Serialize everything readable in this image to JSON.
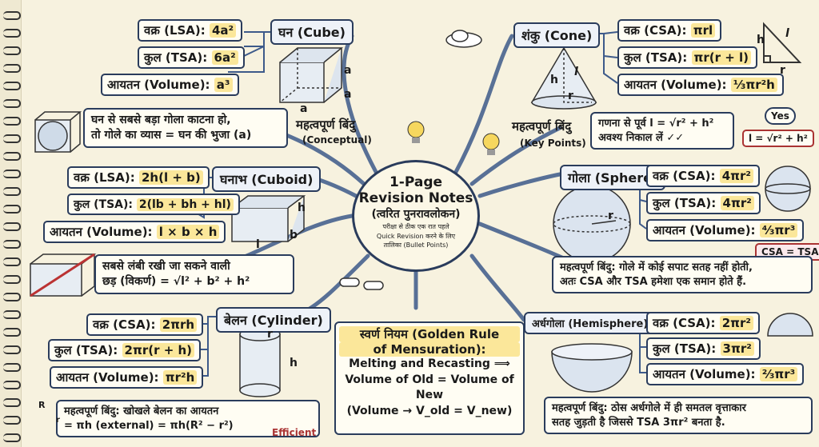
{
  "center": {
    "title_line1": "1-Page",
    "title_line2": "Revision Notes",
    "subtitle": "(त्वरित पुनरावलोकन)",
    "caption_line1": "परीक्षा से ठीक एक रात पहले",
    "caption_line2": "Quick Revision करने के लिए",
    "caption_line3": "तालिका (Bullet Points)"
  },
  "cube": {
    "title": "घन (Cube)",
    "lsa_label": "वक्र (LSA):",
    "lsa_value": "4a²",
    "tsa_label": "कुल (TSA):",
    "tsa_value": "6a²",
    "vol_label": "आयतन (Volume):",
    "vol_value": "a³",
    "dim_a1": "a",
    "dim_a2": "a",
    "dim_a3": "a",
    "key_title": "महत्वपूर्ण बिंदु",
    "key_sub": "(Conceptual)",
    "note_line1": "घन से सबसे बड़ा गोला काटना हो,",
    "note_line2": "तो गोले का व्यास = घन की भुजा (a)"
  },
  "cone": {
    "title": "शंकु (Cone)",
    "csa_label": "वक्र (CSA):",
    "csa_value": "πrl",
    "tsa_label": "कुल (TSA):",
    "tsa_value": "πr(r + l)",
    "vol_label": "आयतन (Volume):",
    "vol_value": "⅓πr²h",
    "dim_h": "h",
    "dim_l": "l",
    "dim_r": "r",
    "key_title": "महत्वपूर्ण बिंदु",
    "key_sub": "(Key Points)",
    "note_line1": "गणना से पूर्व l = √r² + h²",
    "note_line2": "अवश्य निकाल लें ✓✓",
    "yes": "Yes",
    "formula": "l = √r² + h²",
    "tri_h": "h",
    "tri_l": "l",
    "tri_r": "r"
  },
  "cuboid": {
    "title": "घनाभ (Cuboid)",
    "lsa_label": "वक्र (LSA):",
    "lsa_value": "2h(l + b)",
    "tsa_label": "कुल (TSA):",
    "tsa_value": "2(lb + bh + hl)",
    "vol_label": "आयतन (Volume):",
    "vol_value": "l × b × h",
    "dim_h": "h",
    "dim_l": "l",
    "dim_b": "b",
    "note_line1": "सबसे लंबी रखी जा सकने वाली",
    "note_line2": "छड़ (विकर्ण) = √l² + b² + h²"
  },
  "sphere": {
    "title": "गोला (Sphere)",
    "csa_label": "वक्र (CSA):",
    "csa_value": "4πr²",
    "tsa_label": "कुल (TSA):",
    "tsa_value": "4πr²",
    "vol_label": "आयतन (Volume):",
    "vol_value": "⁴⁄₃πr³",
    "dim_r": "r",
    "badge": "CSA = TSA",
    "note_line1": "महत्वपूर्ण बिंदु: गोले में कोई सपाट सतह नहीं होती,",
    "note_line2": "अतः CSA और TSA हमेशा एक समान होते हैं."
  },
  "cylinder": {
    "title": "बेलन (Cylinder)",
    "csa_label": "वक्र (CSA):",
    "csa_value": "2πrh",
    "tsa_label": "कुल (TSA):",
    "tsa_value": "2πr(r + h)",
    "vol_label": "आयतन (Volume):",
    "vol_value": "πr²h",
    "dim_r": "r",
    "dim_h": "h",
    "note_line1": "महत्वपूर्ण बिंदु: खोखले बेलन का आयतन",
    "note_line2": "= πh (external) = πh(R² − r²)",
    "small_R": "R",
    "small_r": "r",
    "efficient": "Efficient"
  },
  "hemisphere": {
    "title": "अर्धगोला (Hemisphere)",
    "csa_label": "वक्र (CSA):",
    "csa_value": "2πr²",
    "tsa_label": "कुल (TSA):",
    "tsa_value": "3πr²",
    "vol_label": "आयतन (Volume):",
    "vol_value": "⅔πr³",
    "note_line1": "महत्वपूर्ण बिंदु: ठोस अर्धगोले में ही समतल वृत्ताकार",
    "note_line2": "सतह जुड़ती है जिससे TSA 3πr² बनता है."
  },
  "golden": {
    "title_line1": "स्वर्ण नियम (Golden Rule",
    "title_line2": "of Mensuration):",
    "line1": "Melting and Recasting ⟹",
    "line2": "Volume of Old = Volume of New",
    "line3": "(Volume → V_old = V_new)"
  },
  "colors": {
    "accent_yellow": "#fbe79a",
    "line_blue": "#2a3c5c",
    "paper": "#f7f2df"
  }
}
